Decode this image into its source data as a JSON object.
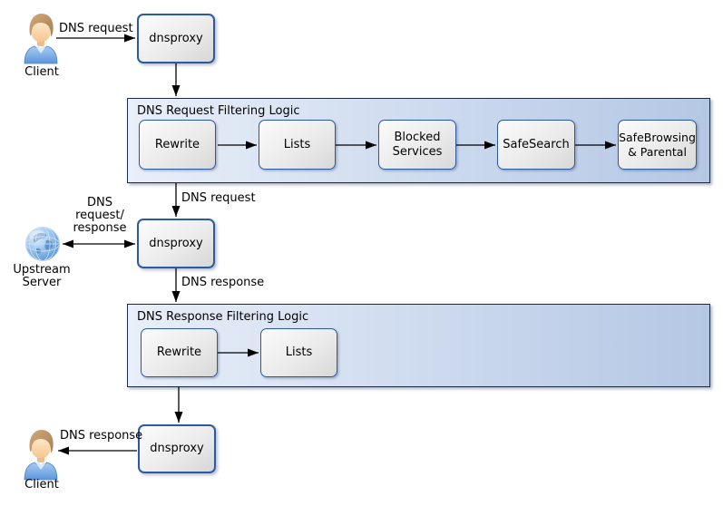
{
  "nodes": {
    "proxy_top": "dnsproxy",
    "proxy_middle": "dnsproxy",
    "proxy_bottom": "dnsproxy"
  },
  "actors": {
    "client_top": "Client",
    "client_bottom": "Client",
    "upstream_server": "Upstream\nServer"
  },
  "groups": {
    "request": {
      "title": "DNS Request Filtering Logic",
      "steps": [
        "Rewrite",
        "Lists",
        "Blocked\nServices",
        "SafeSearch",
        "SafeBrowsing\n& Parental"
      ]
    },
    "response": {
      "title": "DNS Response Filtering Logic",
      "steps": [
        "Rewrite",
        "Lists"
      ]
    }
  },
  "edge_labels": {
    "client_request": "DNS request",
    "filtered_request": "DNS request",
    "upstream_exchange": "DNS\nrequest/\nresponse",
    "proxy_response": "DNS response",
    "client_response": "DNS response"
  },
  "icons": {
    "client_top": "person-icon",
    "client_bottom": "person-icon",
    "upstream": "globe-icon"
  },
  "colors": {
    "node_border": "#2c5aa0",
    "group_border": "#1b2a45",
    "group_fill_left": "#e9eff9",
    "group_fill_right": "#b4c7e4",
    "edge": "#000000"
  }
}
